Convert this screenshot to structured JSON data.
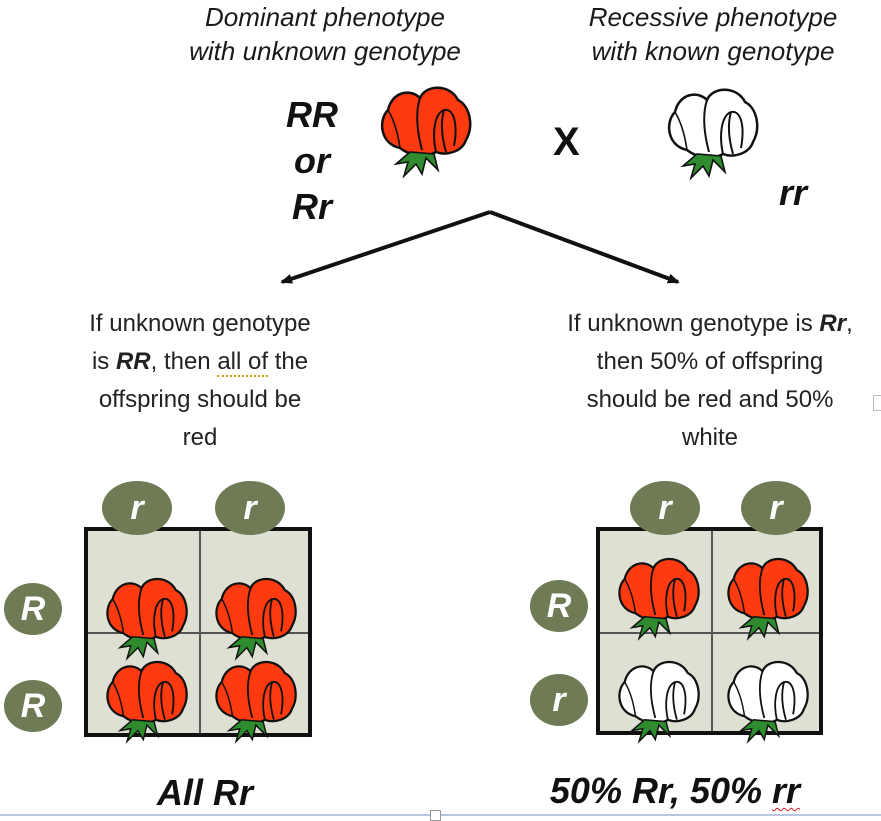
{
  "header": {
    "left_line1": "Dominant phenotype",
    "left_line2": "with unknown genotype",
    "right_line1": "Recessive phenotype",
    "right_line2": "with known genotype"
  },
  "parent_dominant": {
    "g1": "RR",
    "g2": "or",
    "g3": "Rr"
  },
  "cross_symbol": "X",
  "parent_recessive": {
    "genotype": "rr"
  },
  "left_case": {
    "line1": "If unknown genotype",
    "line2_pre": "is ",
    "line2_bold": "RR",
    "line2_mid": ", then ",
    "line2_dotted": "all of",
    "line2_post": " the",
    "line3": "offspring should be",
    "line4": "red",
    "top_alleles": [
      "r",
      "r"
    ],
    "side_alleles": [
      "R",
      "R"
    ],
    "cells": [
      "red",
      "red",
      "red",
      "red"
    ],
    "result": "All Rr"
  },
  "right_case": {
    "line1_pre": "If unknown genotype is ",
    "line1_bold": "Rr",
    "line1_post": ",",
    "line2": "then 50% of offspring",
    "line3": "should be red and 50%",
    "line4": "white",
    "top_alleles": [
      "r",
      "r"
    ],
    "side_alleles": [
      "R",
      "r"
    ],
    "cells": [
      "red",
      "red",
      "white",
      "white"
    ],
    "result_pre": "50% Rr, 50% ",
    "result_wavy": "rr"
  },
  "colors": {
    "red_flower": "#ff3a10",
    "white_flower": "#ffffff",
    "leaf": "#2e8b2e",
    "allele_oval": "#6e7b55",
    "grid_fill": "#dde0d2"
  },
  "icons": {
    "flower": "sweet-pea-flower-icon"
  }
}
